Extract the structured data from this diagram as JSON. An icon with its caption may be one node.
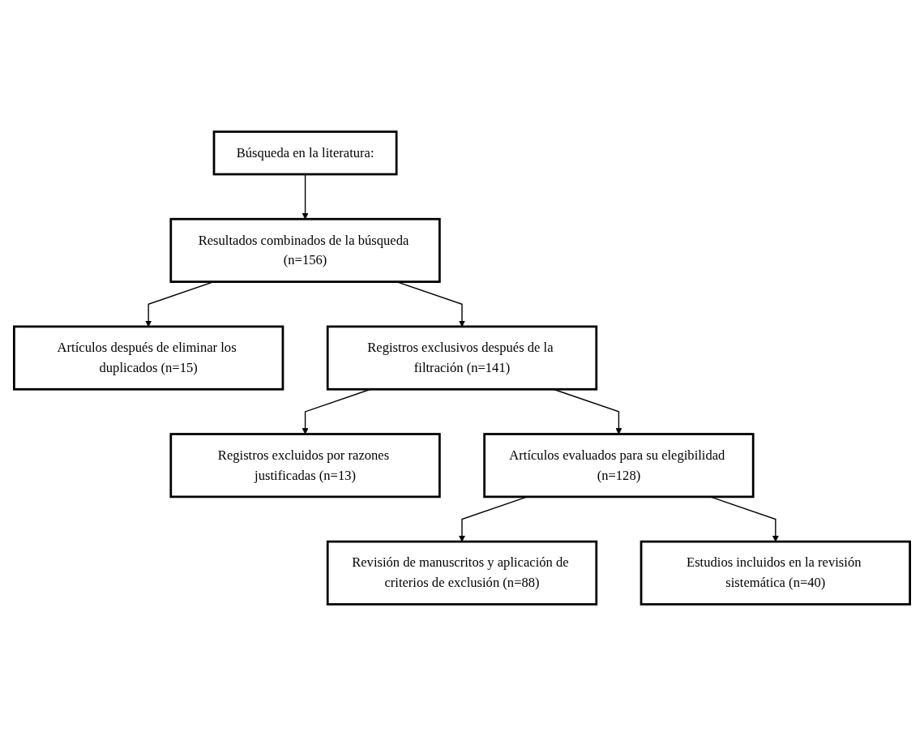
{
  "diagram": {
    "nodes": [
      {
        "text": [
          "Búsqueda en la literatura:"
        ]
      },
      {
        "text": [
          "Resultados combinados de la búsqueda (n=156)"
        ]
      },
      {
        "text": [
          "Artículos después de eliminar los duplicados (n=15)"
        ]
      },
      {
        "text": [
          "Registros exclusivos después de la filtración (n=141)"
        ]
      },
      {
        "text": [
          "Registros excluidos por razones justificadas (n=13)"
        ]
      },
      {
        "text": [
          "Artículos evaluados para su elegibilidad (n=128)"
        ]
      },
      {
        "text": [
          "Revisión de manuscritos y aplicación de criterios de exclusión (n=88)"
        ]
      },
      {
        "text": [
          "Estudios incluidos en la revisión sistemática (n=40)"
        ]
      }
    ],
    "edges": [
      {
        "from": 0,
        "to": 1,
        "arrow": "to"
      },
      {
        "from": 1,
        "to": 2,
        "arrow": "to"
      },
      {
        "from": 1,
        "to": 3,
        "arrow": "to"
      },
      {
        "from": 3,
        "to": 4,
        "arrow": "to"
      },
      {
        "from": 3,
        "to": 5,
        "arrow": "to"
      },
      {
        "from": 5,
        "to": 6,
        "arrow": "to"
      },
      {
        "from": 5,
        "to": 7,
        "arrow": "to"
      }
    ]
  }
}
